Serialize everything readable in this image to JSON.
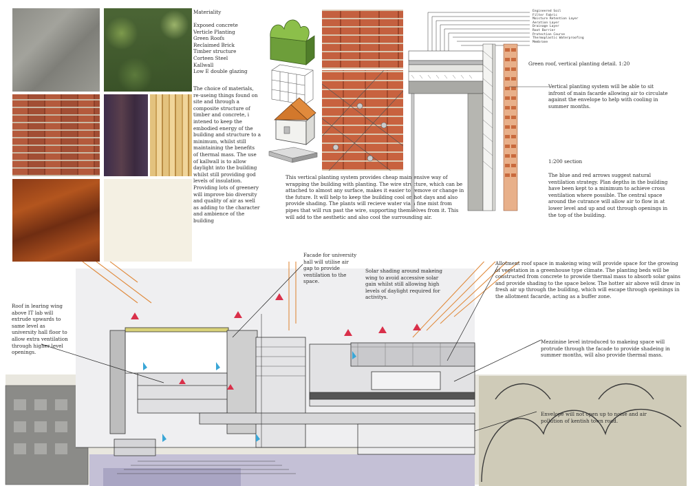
{
  "materiality": {
    "heading": "Materiality",
    "items": [
      "Exposed concrete",
      "Verticle Planting",
      "Green Roofs",
      "Reclaimed Brick",
      "Timber structure",
      "Corteen Steel",
      "Kallwall",
      "Low E double glazing"
    ],
    "paragraph": "The choice of materials, re-useing things found on site and through a composite structure of timber and concrete, i intened to keep the embodied energy of the building and structure to a minimum, whilst still maintaining the benefits of thermal mass. The use of kallwall is to allow daylight into the building whilst still providing god levels of insulation. Providing lots of greenery will improve bio diversity and quality of air as well as adding to the character and ambience of the building"
  },
  "planting_note": "This vertical planting system provides cheap maintensive way of wrapping the building with planting. The wire structure, which can be attached to almost any surface, makes it easier to remove or change in the future. It will help to keep the building cool on hot days and also provide shading. The plants will recieve water via a fine mist from pipes that will run past the wire, supporting themselves from it. This will add to the aesthetic and also cool the surrounding air.",
  "roof_layers": [
    "Engineered Soil",
    "Filter Fabric",
    "Moisture Retention Layer",
    "Aeration Layer",
    "Drainage Layer",
    "Root Barrier",
    "Protection Course",
    "Thermoplastic Waterproofing",
    "Membrane"
  ],
  "green_roof_title": "Green roof, vertical planting detail. 1:20",
  "vertical_note": "Vertical planting system will be able to sit infront of main facarde allowing air to circulate against the envelope to help with cooling in summer months.",
  "section_title": "1:200 section",
  "ventilation_note": "The blue and red arrows suggest natural ventilation strategy. Plan depths in the building have been kept to a minimum to achieve cross ventilation where possible. The central space around the cutrance will allow air to flow in at lower level and up and out through openings in the top of the building.",
  "annotations": {
    "facade": "Facade for university hall will utilise air gap to provide ventilation to the space.",
    "solar": "Solar shading around makeing wing to avoid accessive solar gain whilst still allowing high levels of daylight required for activitys.",
    "allotment": "Allotment roof space in makeing wing will provide space for the growing of vegetation in a greenhouse type climate. The planting beds will be constructed from concrete to prowide thermal mass to absorb solar gains and provide shading to the space below. The hotter air above will draw in fresh air up through the building, which will escape through opeinings in the allotment facarde, acting as a buffer zone.",
    "roof_learning": "Roof in learing wing above IT lab will extrude upwards to same level as university hall floor to allow extra ventilation through higher level openings.",
    "mezzanine": "Mezzinine level introduced to makeing space will protrude through the facade to provide shadeing in summer months, will also provide thermal mass.",
    "envelope": "Envelope will not open up to noise and air pollution of kentish town road."
  },
  "colors": {
    "concrete": "#8f8f8a",
    "planting": "#4f6b3a",
    "brick": "#9c4a33",
    "cortensteel": "#8a3d1a",
    "timber": "#d9b877",
    "kalwall": "#f3efe1",
    "warm_arrow": "#e08a3c",
    "cool_arrow": "#3aa6d6",
    "red_arrow": "#d9304a"
  }
}
